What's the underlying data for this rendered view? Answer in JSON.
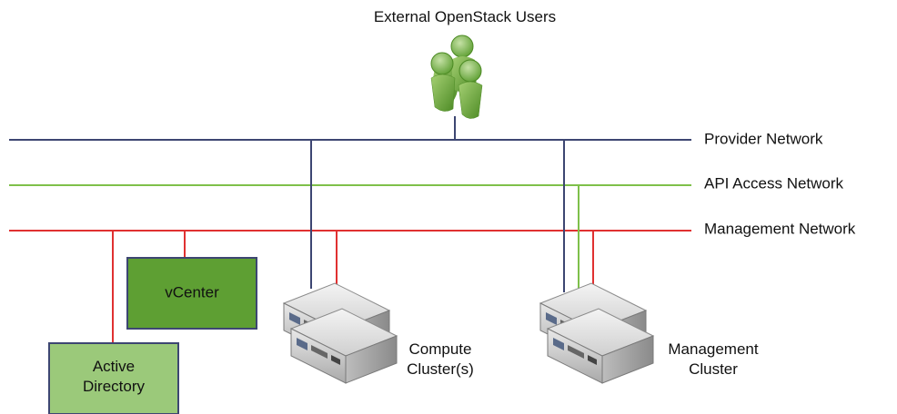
{
  "title": "External OpenStack Users",
  "colors": {
    "provider": "#3d4672",
    "api": "#7ec04a",
    "management": "#e03131",
    "vcenter_fill": "#5e9f33",
    "ad_fill": "#9bc97a",
    "box_border": "#3d4672",
    "user_green": "#7cb342"
  },
  "networks": {
    "provider": "Provider Network",
    "api": "API Access Network",
    "management": "Management Network"
  },
  "nodes": {
    "vcenter": "vCenter",
    "ad_line1": "Active",
    "ad_line2": "Directory",
    "compute_line1": "Compute",
    "compute_line2": "Cluster(s)",
    "mgmt_line1": "Management",
    "mgmt_line2": "Cluster"
  },
  "icons": {
    "users": "users-group-icon",
    "server": "server-icon"
  }
}
